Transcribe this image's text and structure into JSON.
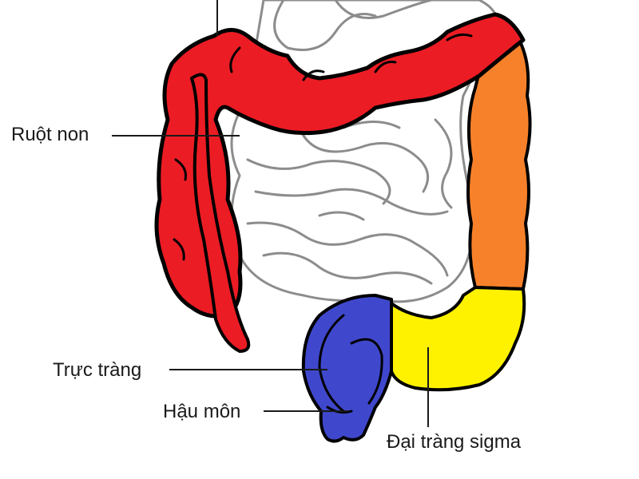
{
  "labels": {
    "small_intestine": "Ruột non",
    "rectum": "Trực tràng",
    "anus": "Hậu môn",
    "sigmoid_colon": "Đại tràng sigma"
  },
  "colors": {
    "colon": "#ec1c24",
    "descending_colon": "#f7812a",
    "sigmoid": "#fff200",
    "rectum": "#3f48cc",
    "small_intestine": "#e6e6e6",
    "small_intestine_outline": "#8c8c8c",
    "outline": "#000000",
    "leader": "#1a1a1a"
  }
}
